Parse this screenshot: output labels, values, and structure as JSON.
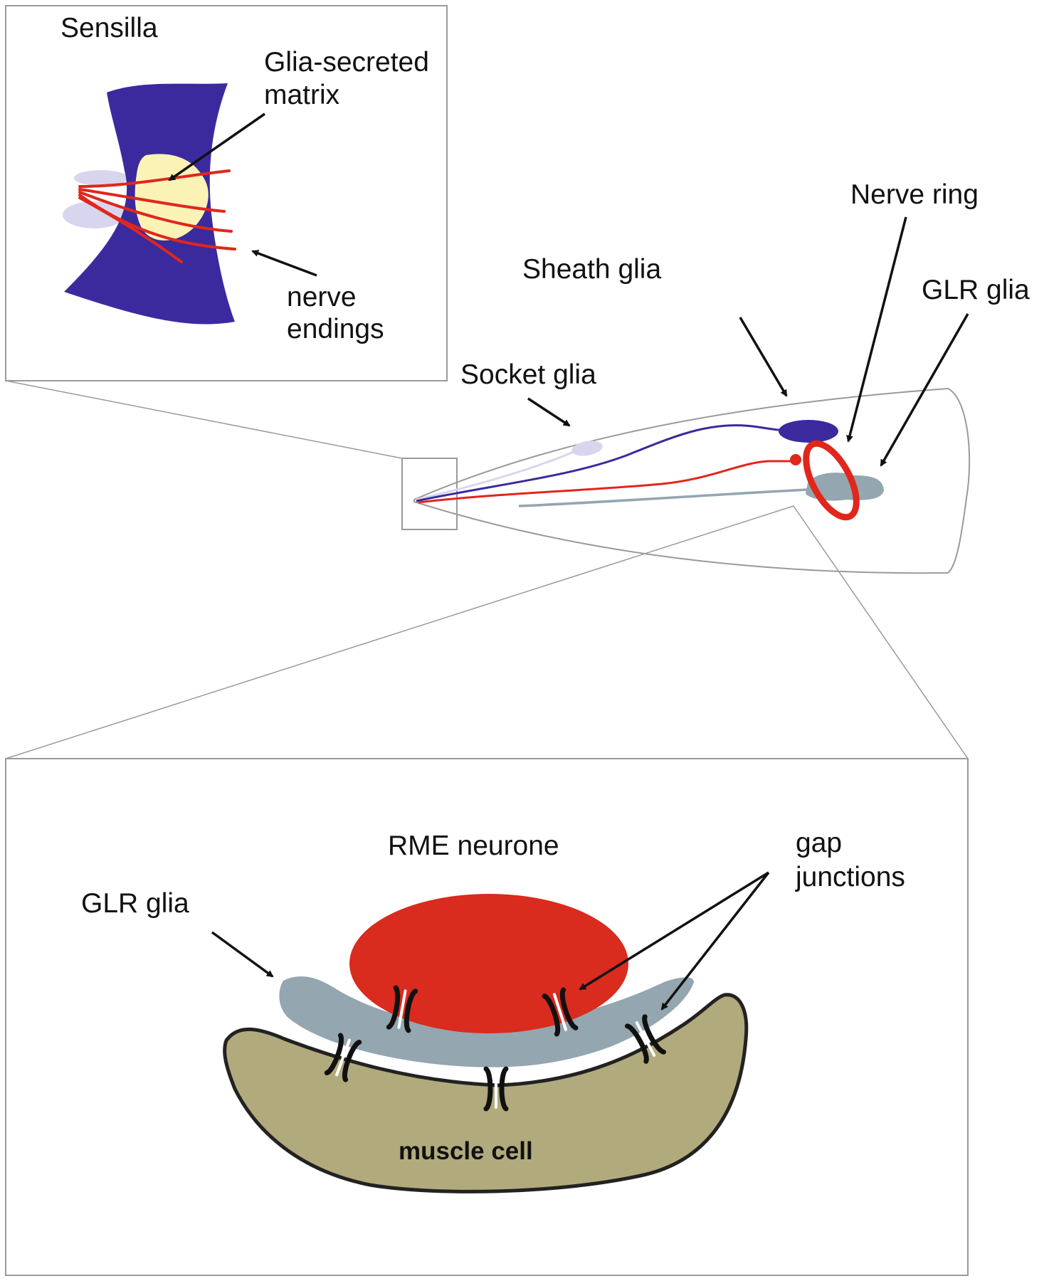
{
  "diagram": {
    "labels": {
      "sensilla": "Sensilla",
      "glia_secreted_1": "Glia-secreted",
      "glia_secreted_2": "matrix",
      "nerve_endings_1": "nerve",
      "nerve_endings_2": "endings",
      "nerve_ring": "Nerve ring",
      "sheath_glia": "Sheath glia",
      "glr_glia_top": "GLR glia",
      "socket_glia": "Socket glia",
      "rme_neurone": "RME neurone",
      "gap_1": "gap",
      "gap_2": "junctions",
      "glr_glia_bottom": "GLR glia",
      "muscle_cell": "muscle cell"
    },
    "colors": {
      "sheath_glia": "#3b2a9e",
      "nerve": "#e1261c",
      "matrix": "#fbf3b6",
      "socket_glia": "#d8d6ee",
      "glr_glia": "#94a6b0",
      "rme_neurone": "#d92b1e",
      "muscle": "#b1aa7c",
      "outline": "#9a9a9a"
    }
  }
}
